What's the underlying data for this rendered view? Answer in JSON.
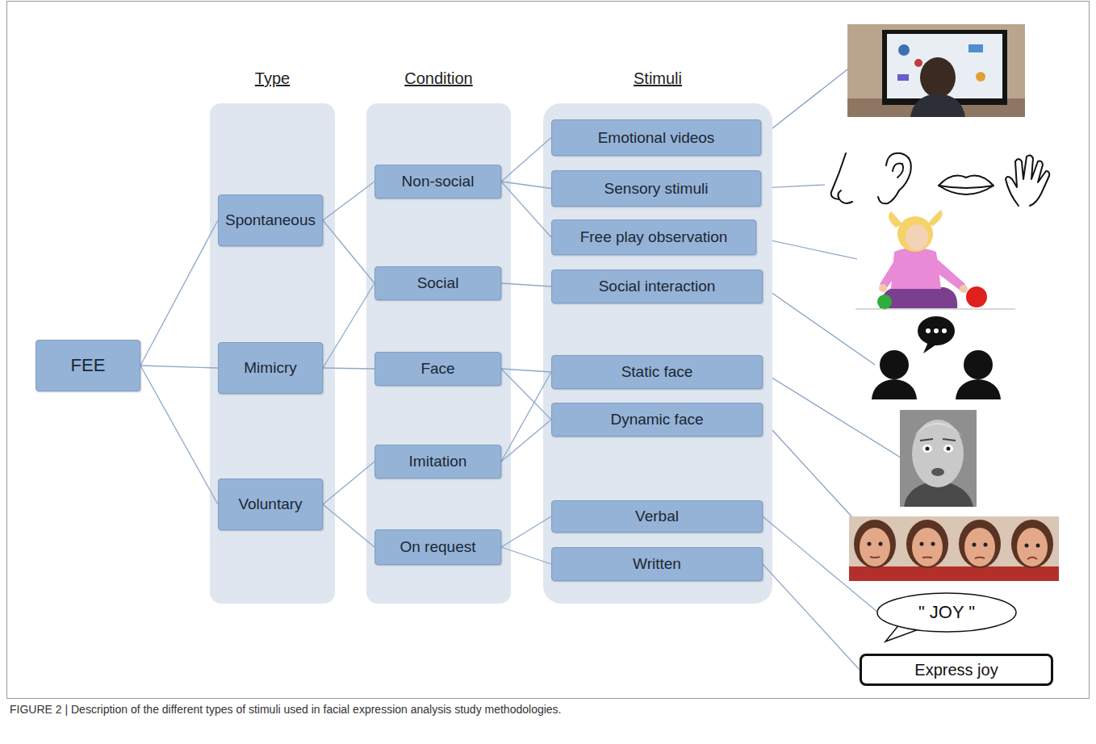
{
  "diagram": {
    "caption": "FIGURE 2 | Description of the different types of stimuli used in facial expression analysis study methodologies.",
    "nodes": [
      {
        "text": [
          "FEE"
        ]
      },
      {
        "text": [
          "Type"
        ]
      },
      {
        "text": [
          "Spontaneous"
        ],
        "in": 1
      },
      {
        "text": [
          "Mimicry"
        ],
        "in": 1
      },
      {
        "text": [
          "Voluntary"
        ],
        "in": 1
      },
      {
        "text": [
          "Condition"
        ]
      },
      {
        "text": [
          "Non-social"
        ],
        "in": 5
      },
      {
        "text": [
          "Social"
        ],
        "in": 5
      },
      {
        "text": [
          "Face"
        ],
        "in": 5
      },
      {
        "text": [
          "Imitation"
        ],
        "in": 5
      },
      {
        "text": [
          "On request"
        ],
        "in": 5
      },
      {
        "text": [
          "Stimuli"
        ]
      },
      {
        "text": [
          "Emotional videos"
        ],
        "in": 11
      },
      {
        "text": [
          "Sensory stimuli"
        ],
        "in": 11
      },
      {
        "text": [
          "Free play observation"
        ],
        "in": 11
      },
      {
        "text": [
          "Social interaction"
        ],
        "in": 11
      },
      {
        "text": [
          "Static face"
        ],
        "in": 11
      },
      {
        "text": [
          "Dynamic face"
        ],
        "in": 11
      },
      {
        "text": [
          "Verbal"
        ],
        "in": 11
      },
      {
        "text": [
          "Written"
        ],
        "in": 11
      },
      {
        "text": [
          "\" JOY \""
        ]
      },
      {
        "text": [
          "Express joy"
        ]
      }
    ],
    "edges": [
      {
        "from": 0,
        "to": 2,
        "arrow": "none"
      },
      {
        "from": 0,
        "to": 3,
        "arrow": "none"
      },
      {
        "from": 0,
        "to": 4,
        "arrow": "none"
      },
      {
        "from": 2,
        "to": 6,
        "arrow": "none"
      },
      {
        "from": 2,
        "to": 7,
        "arrow": "none"
      },
      {
        "from": 3,
        "to": 7,
        "arrow": "none"
      },
      {
        "from": 3,
        "to": 8,
        "arrow": "none"
      },
      {
        "from": 4,
        "to": 9,
        "arrow": "none"
      },
      {
        "from": 4,
        "to": 10,
        "arrow": "none"
      },
      {
        "from": 6,
        "to": 12,
        "arrow": "none"
      },
      {
        "from": 6,
        "to": 13,
        "arrow": "none"
      },
      {
        "from": 6,
        "to": 14,
        "arrow": "none"
      },
      {
        "from": 7,
        "to": 15,
        "arrow": "none"
      },
      {
        "from": 8,
        "to": 16,
        "arrow": "none"
      },
      {
        "from": 8,
        "to": 17,
        "arrow": "none"
      },
      {
        "from": 9,
        "to": 16,
        "arrow": "none"
      },
      {
        "from": 9,
        "to": 17,
        "arrow": "none"
      },
      {
        "from": 10,
        "to": 18,
        "arrow": "none"
      },
      {
        "from": 10,
        "to": 19,
        "arrow": "none"
      },
      {
        "from": 18,
        "to": 20,
        "arrow": "none"
      },
      {
        "from": 19,
        "to": 21,
        "arrow": "none"
      }
    ]
  }
}
